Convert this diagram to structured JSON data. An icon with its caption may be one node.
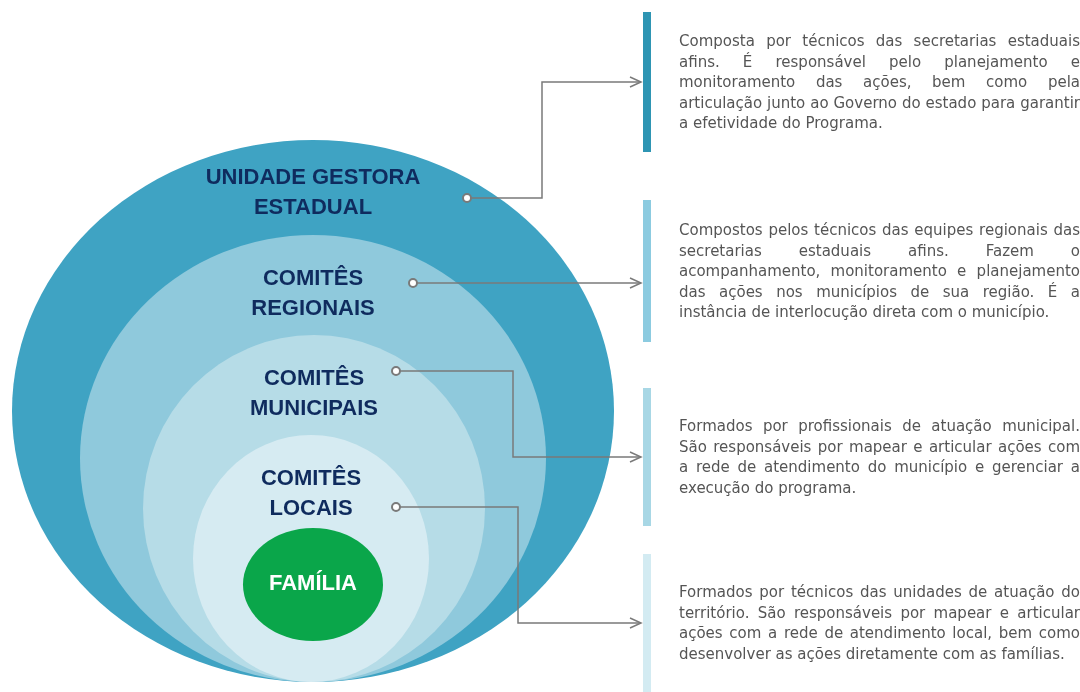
{
  "diagram": {
    "nodes": [
      {
        "text": [
          "UNIDADE GESTORA ESTADUAL"
        ]
      },
      {
        "text": [
          "COMITÊS REGIONAIS"
        ],
        "in": 0
      },
      {
        "text": [
          "COMITÊS MUNICIPAIS"
        ],
        "in": 1
      },
      {
        "text": [
          "COMITÊS LOCAIS"
        ],
        "in": 2
      },
      {
        "text": [
          "FAMÍLIA"
        ],
        "in": 3
      },
      {
        "text": [
          "Composta por técnicos das secretarias estaduais afins. É responsável pelo planejamento e monitoramento das ações, bem como pela articulação junto ao Governo do estado para garantir a efetividade do Programa."
        ]
      },
      {
        "text": [
          "Compostos pelos técnicos das equipes regionais das secretarias estaduais afins. Fazem o acompanhamento, monitoramento e planejamento das ações nos municípios de sua região. É a instância de interlocução direta com o município."
        ]
      },
      {
        "text": [
          "Formados por profissionais de atuação municipal. São responsáveis por mapear e articular ações com a rede de atendimento do município e gerenciar a execução do programa."
        ]
      },
      {
        "text": [
          "Formados por técnicos das unidades de atuação do território. São responsáveis por mapear e articular ações com a rede de atendimento local, bem como desenvolver as ações diretamente com as famílias."
        ]
      }
    ],
    "edges": [
      {
        "from": 0,
        "to": 5,
        "arrow": "to"
      },
      {
        "from": 1,
        "to": 6,
        "arrow": "to"
      },
      {
        "from": 2,
        "to": 7,
        "arrow": "to"
      },
      {
        "from": 3,
        "to": 8,
        "arrow": "to"
      }
    ]
  }
}
